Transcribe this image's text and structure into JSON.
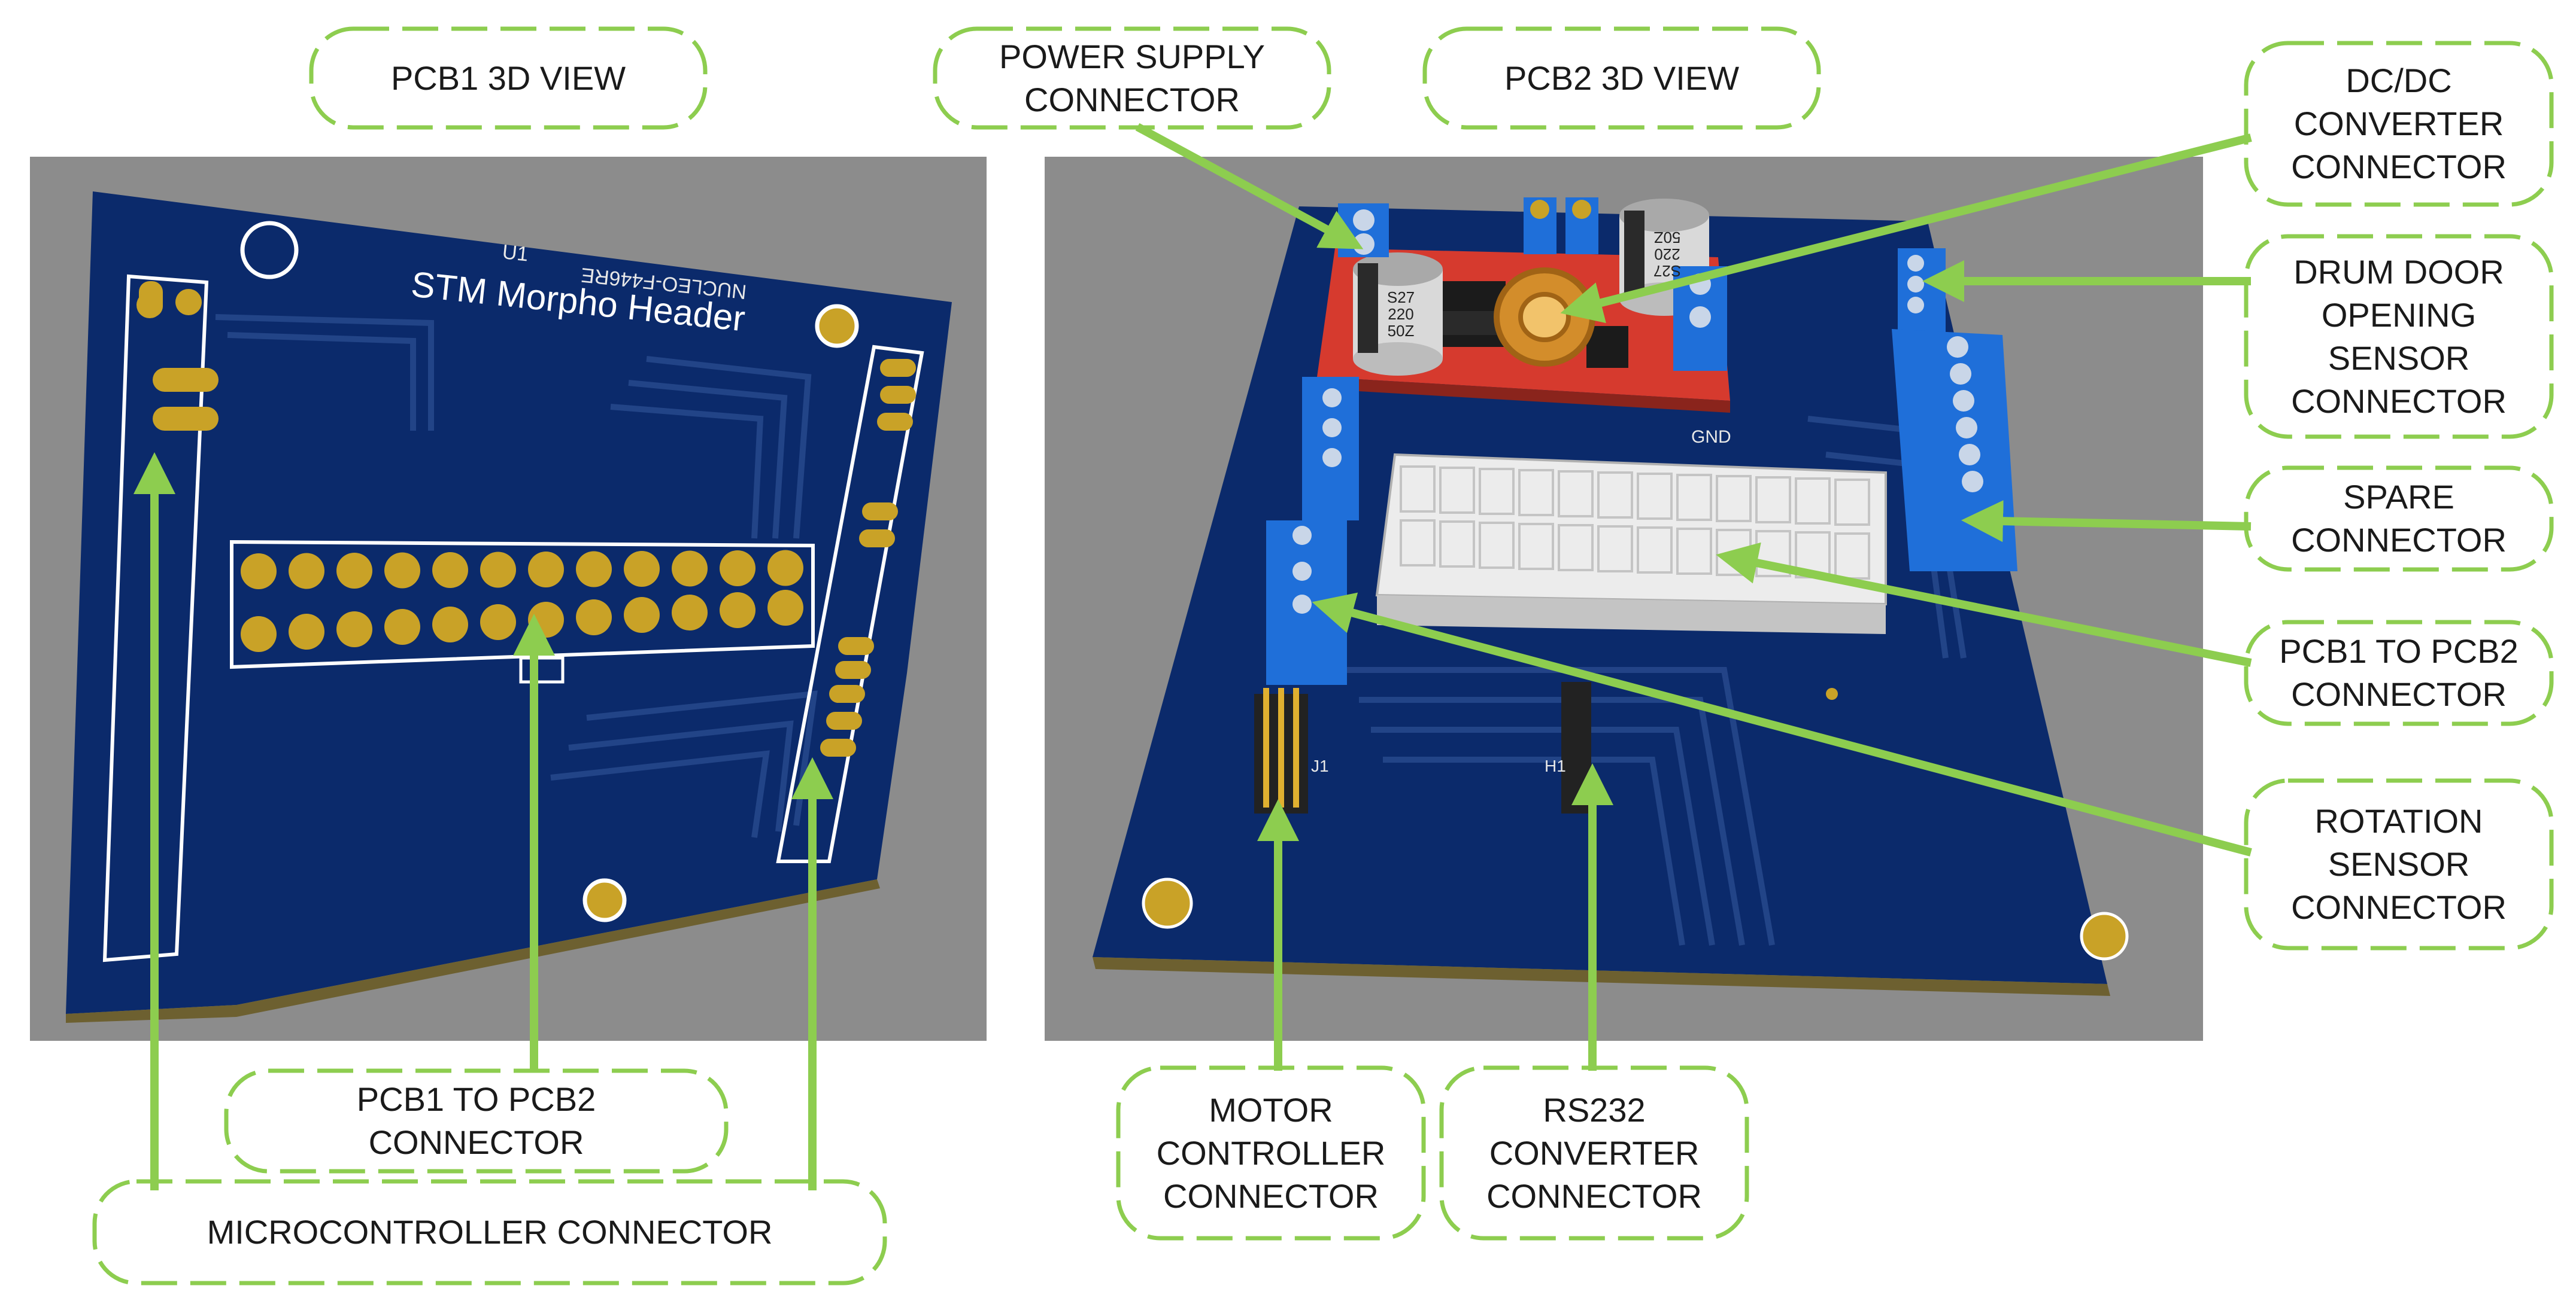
{
  "figure": {
    "callout_color": "#8dcd4f",
    "board_color": "#0b2a6b",
    "background_panel_color": "#8c8c8c",
    "pad_color": "#c9a227",
    "terminal_block_color": "#1f6fd9"
  },
  "pcb1": {
    "title": "PCB1 3D VIEW",
    "silkscreen_header": "STM Morpho Header",
    "silkscreen_ref": "U1",
    "silkscreen_part": "NUCLEO-F446RE",
    "labels": {
      "pcb1_to_pcb2": "PCB1 TO PCB2\nCONNECTOR",
      "microcontroller": "MICROCONTROLLER CONNECTOR"
    }
  },
  "pcb2": {
    "title": "PCB2 3D VIEW",
    "silkscreen_gnd": "GND",
    "silkscreen_h1": "H1",
    "silkscreen_j1": "J1",
    "capacitor_marking": "S27\n220\n50Z",
    "labels": {
      "power_supply": "POWER SUPPLY\nCONNECTOR",
      "dcdc": "DC/DC\nCONVERTER\nCONNECTOR",
      "drum_door": "DRUM DOOR\nOPENING\nSENSOR\nCONNECTOR",
      "spare": "SPARE\nCONNECTOR",
      "pcb1_to_pcb2": "PCB1 TO PCB2\nCONNECTOR",
      "rotation": "ROTATION\nSENSOR\nCONNECTOR",
      "motor": "MOTOR\nCONTROLLER\nCONNECTOR",
      "rs232": "RS232\nCONVERTER\nCONNECTOR"
    }
  }
}
